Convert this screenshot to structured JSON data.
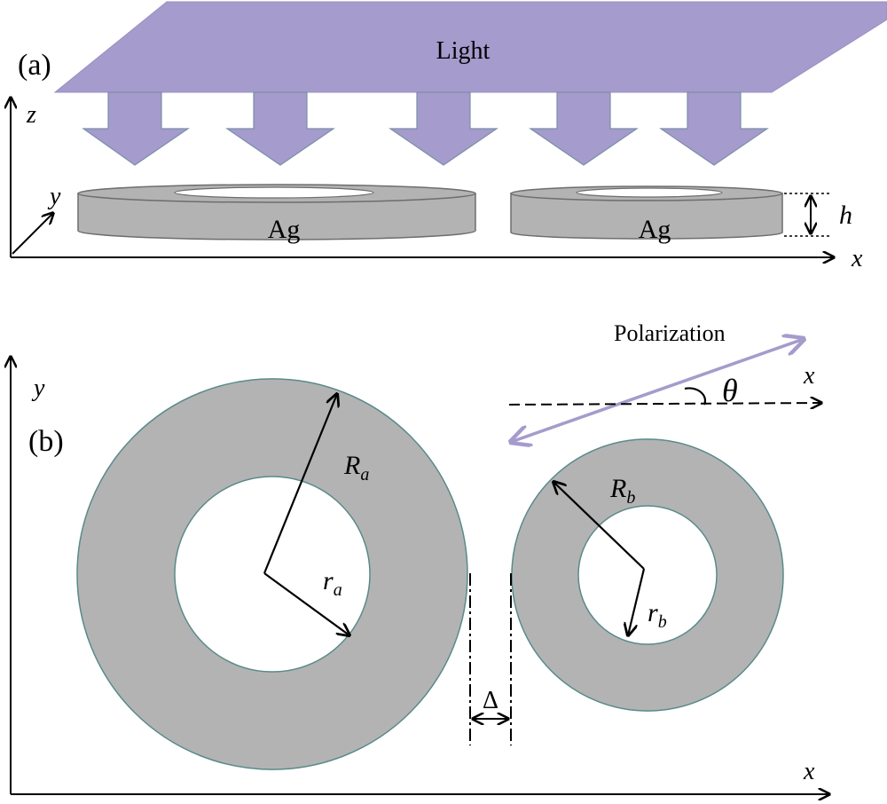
{
  "panel_a": {
    "tag": "(a)",
    "light_label": "Light",
    "axis_z": "z",
    "axis_y": "y",
    "axis_x": "x",
    "ring_left_label": "Ag",
    "ring_right_label": "Ag",
    "height_label": "h"
  },
  "panel_b": {
    "tag": "(b)",
    "axis_y": "y",
    "axis_x": "x",
    "polarization_label": "Polarization",
    "pol_axis_x": "x",
    "theta": "θ",
    "ring_a_outer": {
      "main": "R",
      "sub": "a"
    },
    "ring_a_inner": {
      "main": "r",
      "sub": "a"
    },
    "ring_b_outer": {
      "main": "R",
      "sub": "b"
    },
    "ring_b_inner": {
      "main": "r",
      "sub": "b"
    },
    "gap_label": "Δ"
  },
  "colors": {
    "light": "#a59bcc",
    "light_stroke": "#7b8fa8",
    "silver": "#b3b3b3",
    "ring_stroke": "#5a8a8a",
    "polarization": "#a59bcc"
  }
}
